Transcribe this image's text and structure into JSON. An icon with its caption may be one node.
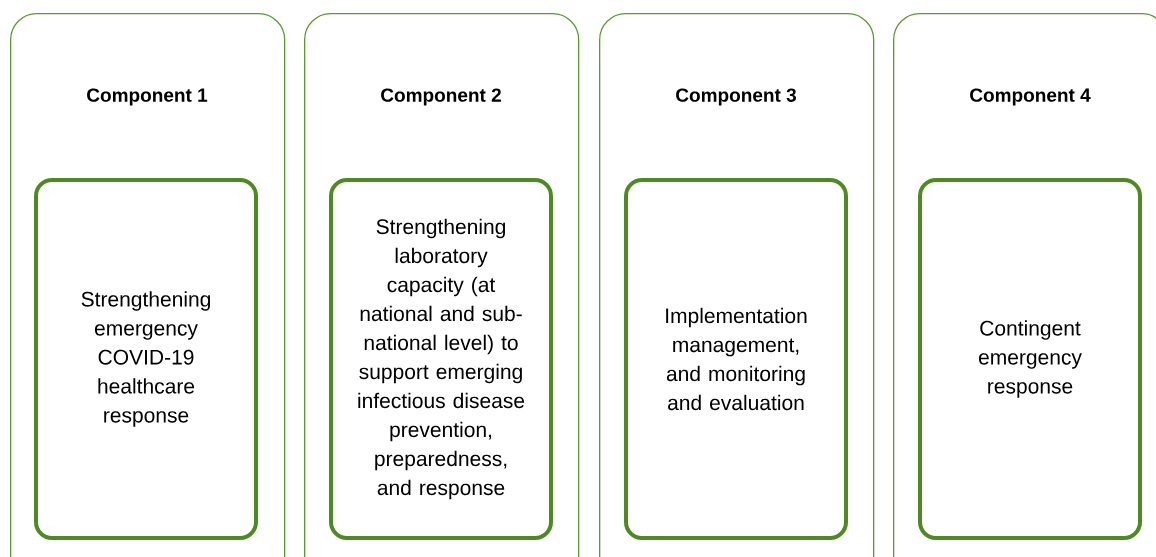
{
  "diagram": {
    "nodes": [
      {
        "text": [
          "Component 1"
        ]
      },
      {
        "text": [
          "Strengthening emergency COVID-19 healthcare response"
        ],
        "in": 0
      },
      {
        "text": [
          "Component 2"
        ]
      },
      {
        "text": [
          "Strengthening laboratory capacity (at national and sub-national level) to support emerging infectious disease prevention, preparedness, and response"
        ],
        "in": 2
      },
      {
        "text": [
          "Component 3"
        ]
      },
      {
        "text": [
          "Implementation management, and monitoring and evaluation"
        ],
        "in": 4
      },
      {
        "text": [
          "Component 4"
        ]
      },
      {
        "text": [
          "Contingent emergency response"
        ],
        "in": 6
      }
    ]
  }
}
